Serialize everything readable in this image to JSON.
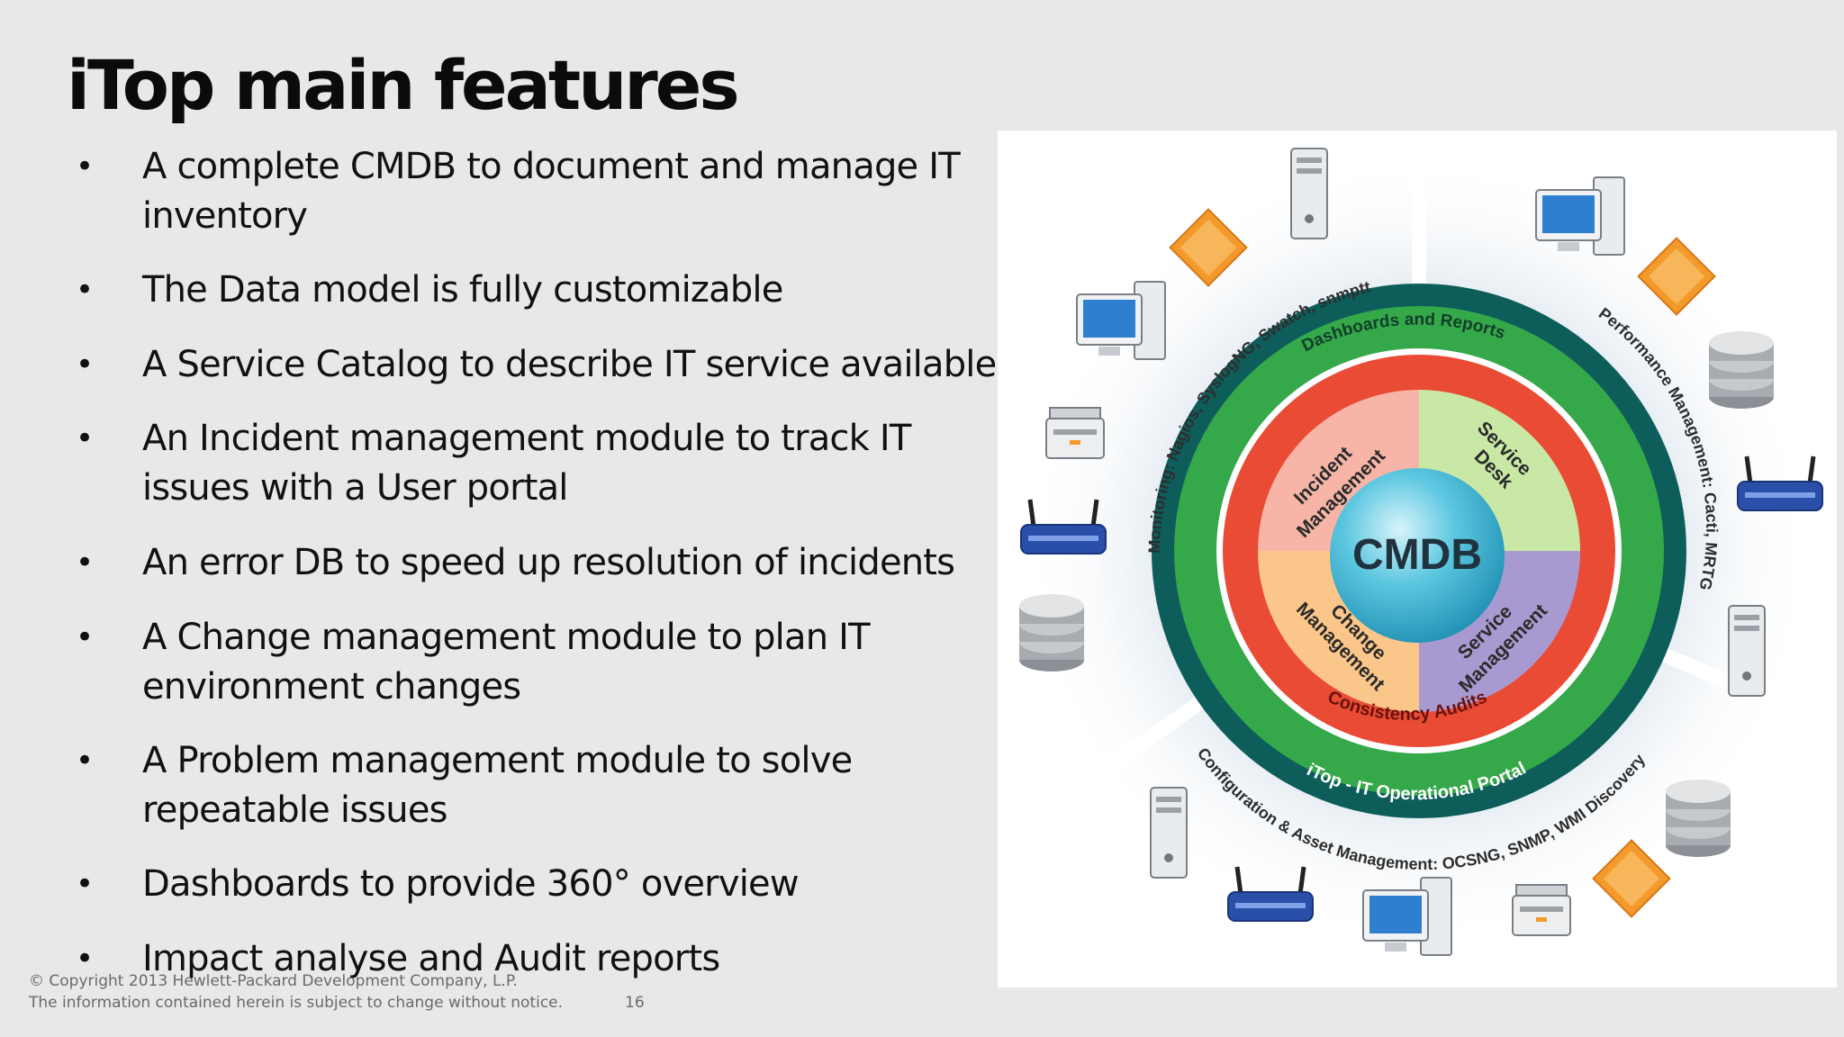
{
  "slide": {
    "title": "iTop main features",
    "bullets": [
      "A complete CMDB to document and manage IT inventory",
      "The Data model is fully customizable",
      "A Service Catalog to describe IT service available",
      "An Incident management module to track IT issues with a User portal",
      "An error DB to speed up resolution of incidents",
      "A Change management module to plan IT environment changes",
      "A Problem management module to solve repeatable issues",
      "Dashboards to provide 360° overview",
      "Impact analyse and Audit reports"
    ]
  },
  "footer": {
    "copyright": "© Copyright 2013 Hewlett-Packard Development Company, L.P.",
    "notice": "The information contained herein is subject to change without notice.",
    "page_number": "16"
  },
  "diagram": {
    "center": "CMDB",
    "quadrants": {
      "incident": [
        "Incident",
        "Management"
      ],
      "service_desk": [
        "Service",
        "Desk"
      ],
      "change": [
        "Change",
        "Management"
      ],
      "service_mgmt": [
        "Service",
        "Management"
      ]
    },
    "rings": {
      "top_green": "Dashboards and Reports",
      "bottom_red": "Consistency Audits",
      "bottom_teal": "iTop - IT Operational Portal"
    },
    "outer": {
      "monitoring": "Monitoring: Nagios, SyslogNG, Swatch, snmptt",
      "performance": "Performance Management: Cacti, MRTG",
      "configuration": "Configuration & Asset Management: OCSNG, SNMP, WMI Discovery"
    },
    "colors": {
      "teal": "#0d5e5a",
      "green": "#35a84a",
      "red": "#e94b35",
      "incident": "#f6b5a6",
      "service_desk": "#c9e8a6",
      "change": "#fbc68a",
      "service_mgmt": "#a89ad0",
      "core": "#4cbfd8"
    }
  }
}
